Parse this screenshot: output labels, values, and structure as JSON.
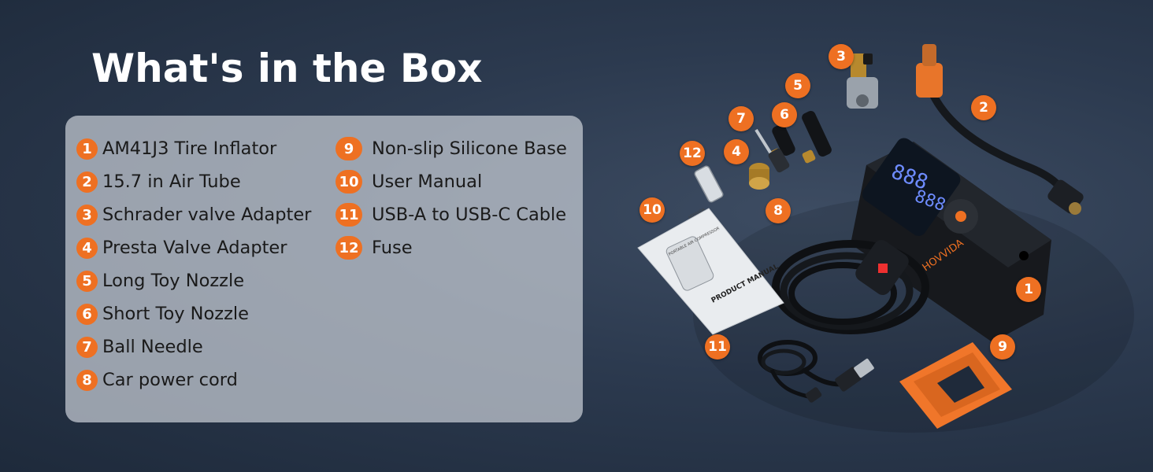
{
  "title": "What's in the Box",
  "colors": {
    "accent": "#ee7022",
    "panel": "#c8cdd5",
    "background": "#2c3a4f"
  },
  "items_left": [
    {
      "num": "1",
      "label": "AM41J3 Tire Inflator"
    },
    {
      "num": "2",
      "label": "15.7 in Air Tube"
    },
    {
      "num": "3",
      "label": "Schrader valve Adapter"
    },
    {
      "num": "4",
      "label": "Presta Valve Adapter"
    },
    {
      "num": "5",
      "label": "Long Toy Nozzle"
    },
    {
      "num": "6",
      "label": "Short Toy Nozzle"
    },
    {
      "num": "7",
      "label": "Ball Needle"
    },
    {
      "num": "8",
      "label": "Car power cord"
    }
  ],
  "items_right": [
    {
      "num": "9",
      "label": "Non-slip Silicone Base"
    },
    {
      "num": "10",
      "label": "User Manual"
    },
    {
      "num": "11",
      "label": "USB-A to USB-C Cable"
    },
    {
      "num": "12",
      "label": "Fuse"
    }
  ],
  "product": {
    "brand": "HOVVIDA",
    "manual_title": "PRODUCT MANUAL",
    "manual_subtitle": "PORTABLE AIR COMPRESSOR",
    "manual_brand": "HOVVIDA"
  },
  "callouts": {
    "c1": "1",
    "c2": "2",
    "c3": "3",
    "c4": "4",
    "c5": "5",
    "c6": "6",
    "c7": "7",
    "c8": "8",
    "c9": "9",
    "c10": "10",
    "c11": "11",
    "c12": "12"
  }
}
